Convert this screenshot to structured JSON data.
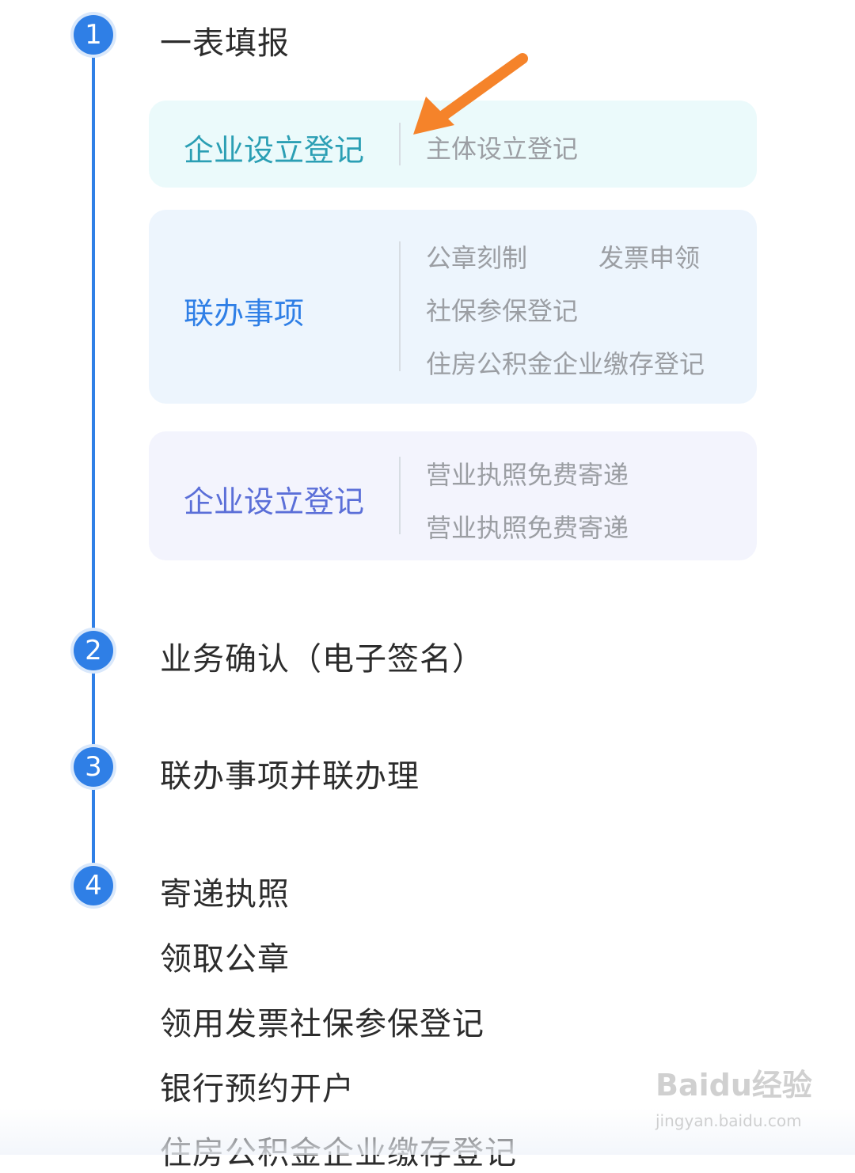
{
  "steps": [
    {
      "number": "1",
      "title": "一表填报"
    },
    {
      "number": "2",
      "title": "业务确认（电子签名）"
    },
    {
      "number": "3",
      "title": "联办事项并联办理"
    },
    {
      "number": "4",
      "title": "寄递执照"
    }
  ],
  "cards": [
    {
      "label": "企业设立登记",
      "items": [
        "主体设立登记"
      ]
    },
    {
      "label": "联办事项",
      "items": [
        "公章刻制",
        "发票申领",
        "社保参保登记",
        "住房公积金企业缴存登记"
      ]
    },
    {
      "label": "企业设立登记",
      "items": [
        "营业执照免费寄递",
        "营业执照免费寄递"
      ]
    }
  ],
  "delivery_items": [
    "领取公章",
    "领用发票社保参保登记",
    "银行预约开户",
    "住房公积金企业缴存登记"
  ],
  "watermark": {
    "logo": "Baidu经验",
    "url": "jingyan.baidu.com"
  },
  "colors": {
    "accent": "#2f7fe6",
    "card1_label": "#2b9fb4",
    "card2_label": "#2f7fe6",
    "card3_label": "#5b6fd8",
    "arrow": "#f5832a"
  }
}
